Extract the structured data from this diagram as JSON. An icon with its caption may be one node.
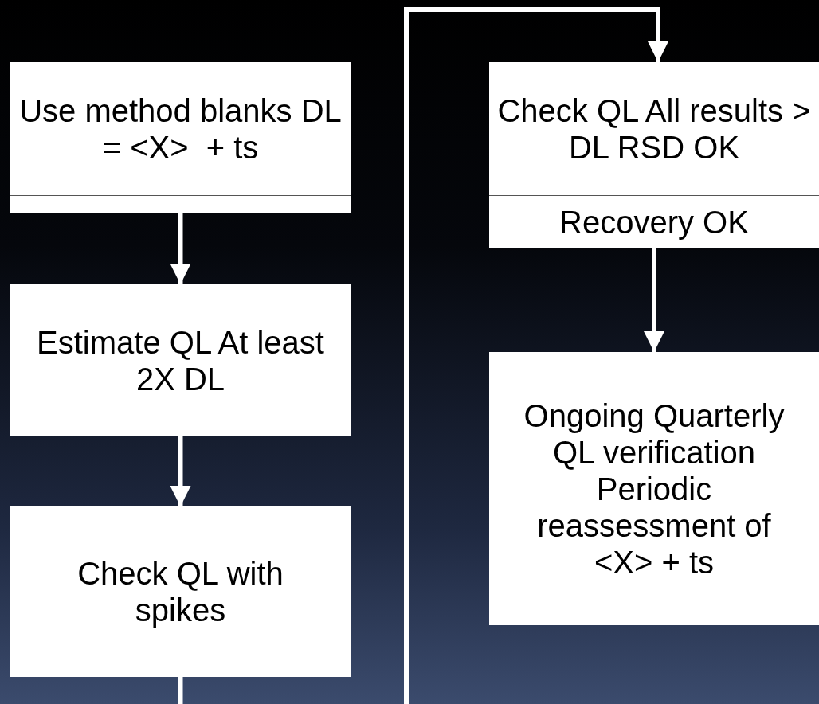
{
  "diagram": {
    "nodes": [
      {
        "text": [
          "Use method blanks DL = <X>  + ts"
        ]
      },
      {
        "text": [
          "Estimate QL At least 2X DL"
        ]
      },
      {
        "text": [
          "Check QL with spikes"
        ]
      },
      {
        "text": [
          "Check QL All results > DL RSD OK",
          "Recovery OK"
        ]
      },
      {
        "text": [
          "Ongoing Quarterly QL verification Periodic reassessment of <X> + ts"
        ]
      }
    ],
    "edges": [
      {
        "from": 0,
        "to": 1,
        "arrow": "to"
      },
      {
        "from": 1,
        "to": 2,
        "arrow": "to"
      },
      {
        "from": 2,
        "to": 3,
        "arrow": "to"
      },
      {
        "from": 3,
        "to": 4,
        "arrow": "to"
      }
    ]
  }
}
